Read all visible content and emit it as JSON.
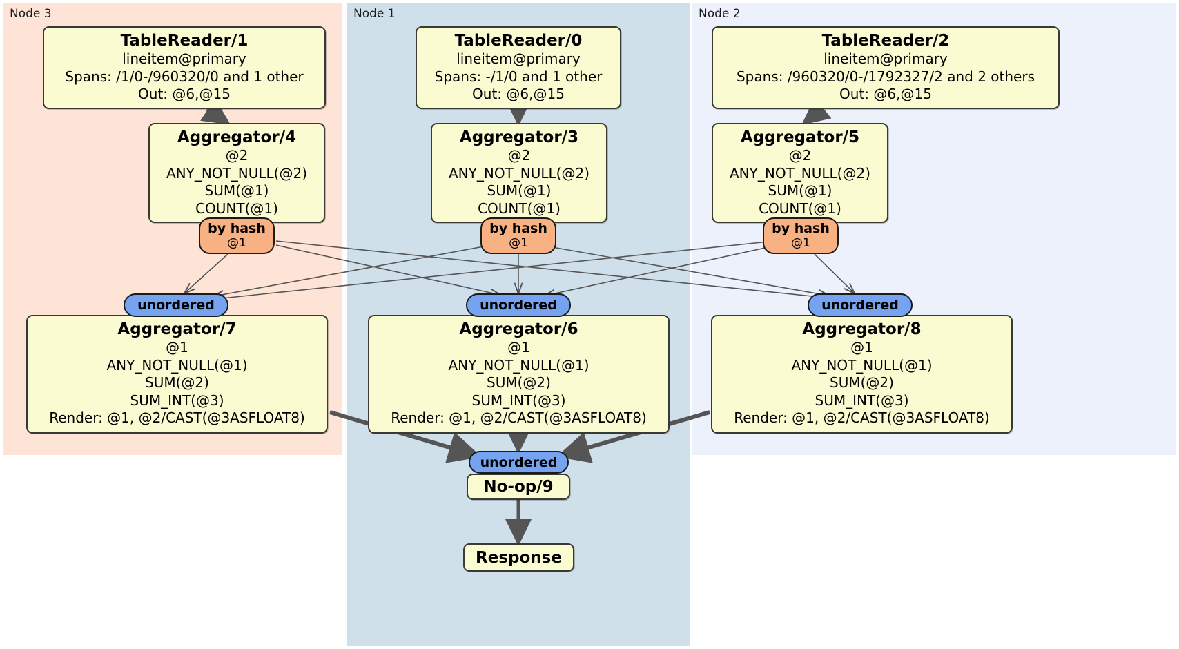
{
  "diagram": {
    "kind": "distributed-query-plan",
    "colors": {
      "node3_panel": "#fde4d6",
      "node1_panel": "#d0e0ea",
      "node2_panel": "#edf1fb",
      "processor_fill": "#fbfbd2",
      "processor_border": "#3a3a35",
      "hash_badge_fill": "#f7b183",
      "unordered_badge_fill": "#75a3f0",
      "edge_stroke": "#555555",
      "thick_edge_stroke": "#555555"
    }
  },
  "nodes": [
    {
      "id": "node3",
      "label": "Node 3"
    },
    {
      "id": "node1",
      "label": "Node 1"
    },
    {
      "id": "node2",
      "label": "Node 2"
    }
  ],
  "processors": {
    "table_reader_1": {
      "title": "TableReader/1",
      "lines": [
        "lineitem@primary",
        "Spans: /1/0-/960320/0 and 1 other",
        "Out: @6,@15"
      ]
    },
    "table_reader_0": {
      "title": "TableReader/0",
      "lines": [
        "lineitem@primary",
        "Spans: -/1/0 and 1 other",
        "Out: @6,@15"
      ]
    },
    "table_reader_2": {
      "title": "TableReader/2",
      "lines": [
        "lineitem@primary",
        "Spans: /960320/0-/1792327/2 and 2 others",
        "Out: @6,@15"
      ]
    },
    "aggregator_4": {
      "title": "Aggregator/4",
      "lines": [
        "@2",
        "ANY_NOT_NULL(@2)",
        "SUM(@1)",
        "COUNT(@1)"
      ]
    },
    "aggregator_3": {
      "title": "Aggregator/3",
      "lines": [
        "@2",
        "ANY_NOT_NULL(@2)",
        "SUM(@1)",
        "COUNT(@1)"
      ]
    },
    "aggregator_5": {
      "title": "Aggregator/5",
      "lines": [
        "@2",
        "ANY_NOT_NULL(@2)",
        "SUM(@1)",
        "COUNT(@1)"
      ]
    },
    "aggregator_7": {
      "title": "Aggregator/7",
      "lines": [
        "@1",
        "ANY_NOT_NULL(@1)",
        "SUM(@2)",
        "SUM_INT(@3)",
        "Render: @1, @2/CAST(@3ASFLOAT8)"
      ]
    },
    "aggregator_6": {
      "title": "Aggregator/6",
      "lines": [
        "@1",
        "ANY_NOT_NULL(@1)",
        "SUM(@2)",
        "SUM_INT(@3)",
        "Render: @1, @2/CAST(@3ASFLOAT8)"
      ]
    },
    "aggregator_8": {
      "title": "Aggregator/8",
      "lines": [
        "@1",
        "ANY_NOT_NULL(@1)",
        "SUM(@2)",
        "SUM_INT(@3)",
        "Render: @1, @2/CAST(@3ASFLOAT8)"
      ]
    },
    "noop_9": {
      "title": "No-op/9",
      "lines": []
    },
    "response": {
      "title": "Response",
      "lines": []
    }
  },
  "badges": {
    "hash_left": {
      "line1": "by hash",
      "line2": "@1"
    },
    "hash_middle": {
      "line1": "by hash",
      "line2": "@1"
    },
    "hash_right": {
      "line1": "by hash",
      "line2": "@1"
    },
    "unordered_left": {
      "line1": "unordered"
    },
    "unordered_middle": {
      "line1": "unordered"
    },
    "unordered_right": {
      "line1": "unordered"
    },
    "unordered_final": {
      "line1": "unordered"
    }
  }
}
